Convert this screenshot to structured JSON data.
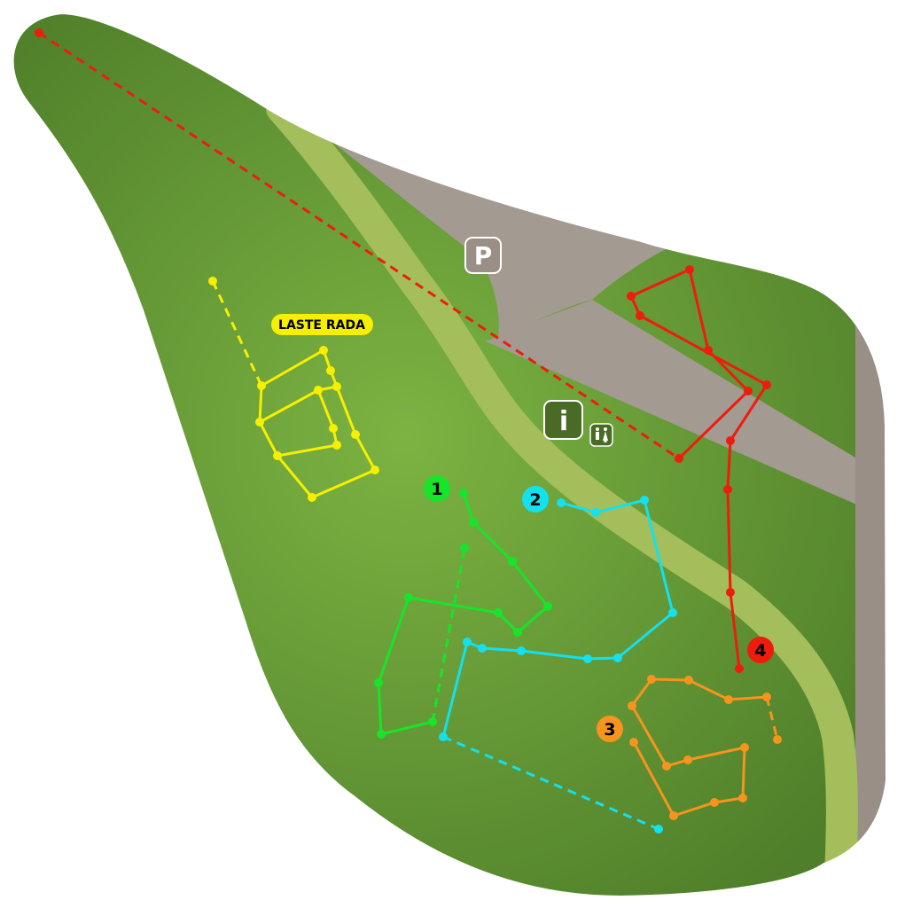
{
  "map": {
    "colors": {
      "grass_light": "#7cb342",
      "grass_dark": "#4f7f2a",
      "path": "#a3be5a",
      "road": "#a39a92",
      "outline": "#ffffff"
    },
    "parking": {
      "label": "P",
      "icon": "parking-icon"
    },
    "info": {
      "label": "i",
      "icon": "info-icon"
    },
    "toilet": {
      "icon": "toilet-icon"
    },
    "route_labels": {
      "yellow": "LASTE RADA",
      "green": "1",
      "cyan": "2",
      "orange": "3",
      "red": "4"
    },
    "route_colors": {
      "yellow": "#f7ef00",
      "green": "#17e52a",
      "cyan": "#13e1ef",
      "orange": "#f7941d",
      "red": "#ee1c0c",
      "red_badge": "#ee1c0c",
      "label_text": "#000000"
    }
  }
}
